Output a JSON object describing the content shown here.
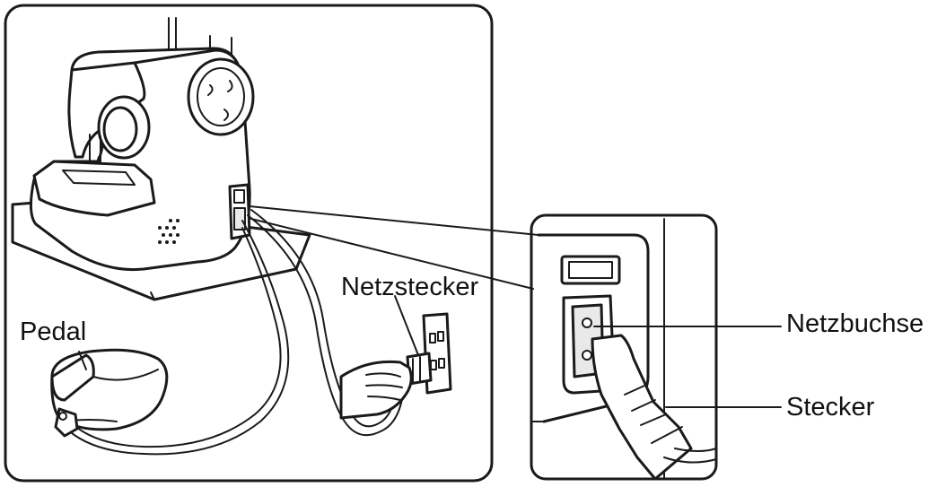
{
  "labels": {
    "pedal": "Pedal",
    "power_plug": "Netzstecker",
    "power_socket": "Netzbuchse",
    "plug": "Stecker"
  },
  "colors": {
    "ink": "#1a1a1a",
    "background": "#ffffff"
  }
}
